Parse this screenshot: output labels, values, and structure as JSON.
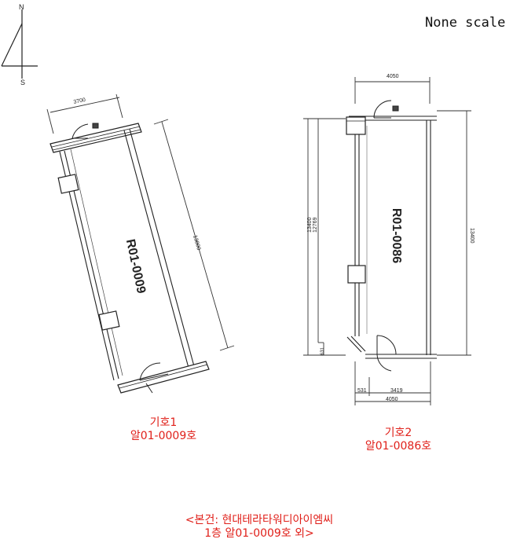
{
  "scale_note": "None scale",
  "north_arrow": {
    "north": "N",
    "south": "S"
  },
  "unit1": {
    "room_code": "R01-0009",
    "dim_width": "3700",
    "dim_length": "13800",
    "caption_line1": "기호1",
    "caption_line2": "알01-0009호"
  },
  "unit2": {
    "room_code": "R01-0086",
    "dim_top": "4050",
    "dim_left_outer": "13400",
    "dim_left_inner": "12769",
    "dim_left_small": "631",
    "dim_right": "13400",
    "dim_bottom_small": "531",
    "dim_bottom_mid": "3419",
    "dim_bottom_total": "4050",
    "caption_line1": "기호2",
    "caption_line2": "알01-0086호"
  },
  "footer": {
    "line1": "<본건: 현대테라타워디아이엠씨",
    "line2": "1층 알01-0009호 외>"
  },
  "colors": {
    "caption": "#e0201a",
    "line": "#222222"
  },
  "icons": [
    "north-arrow-icon",
    "door-swing-icon",
    "column-icon"
  ]
}
